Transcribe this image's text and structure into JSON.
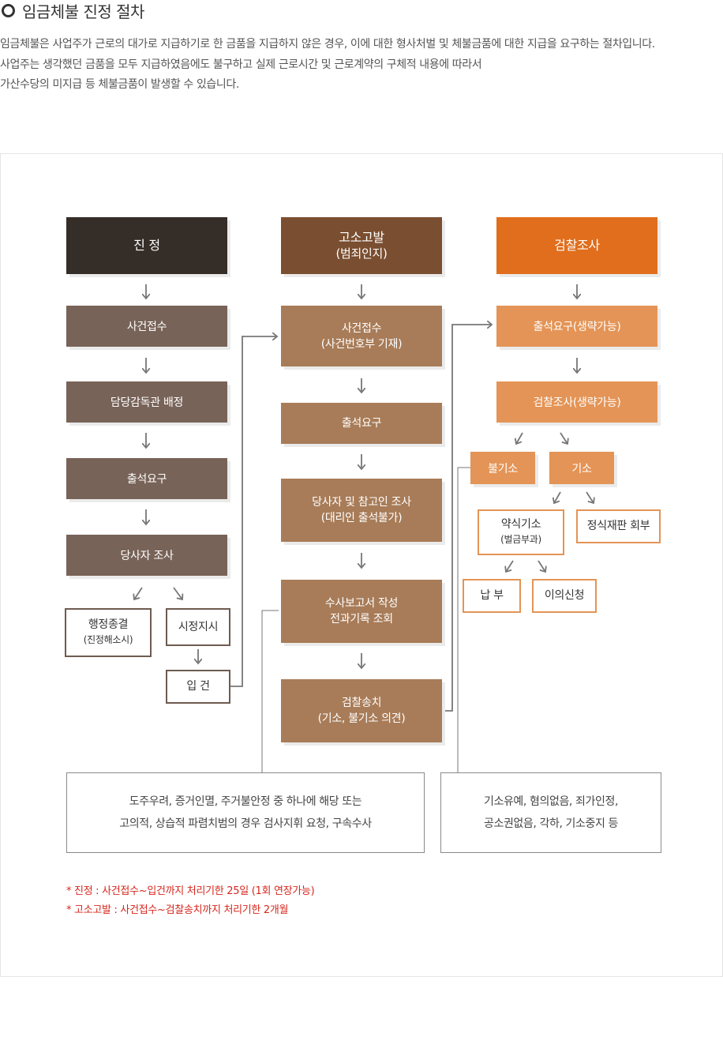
{
  "title": "임금체불 진정 절차",
  "intro": [
    "임금체불은 사업주가 근로의 대가로 지급하기로 한 금품을 지급하지 않은 경우, 이에 대한 형사처벌 및 체불금품에 대한 지급을 요구하는 절차입니다.",
    "사업주는 생각했던 금품을 모두 지급하였음에도 불구하고 실제 근로시간 및 근로계약의 구체적 내용에 따라서",
    "가산수당의 미지급 등 체불금품이 발생할 수 있습니다."
  ],
  "col1": {
    "header": "진 정",
    "steps": [
      "사건접수",
      "담당감독관 배정",
      "출석요구",
      "당사자 조사"
    ],
    "end_admin": "행정종결",
    "end_admin_sub": "(진정해소시)",
    "correction": "시정지시",
    "filing": "입 건"
  },
  "col2": {
    "header": "고소고발",
    "header_sub": "(범죄인지)",
    "step1": "사건접수",
    "step1_sub": "(사건번호부 기재)",
    "step2": "출석요구",
    "step3": "당사자 및 참고인 조사",
    "step3_sub": "(대리인 출석불가)",
    "step4": "수사보고서 작성",
    "step4_sub": "전과기록 조회",
    "step5": "검찰송치",
    "step5_sub": "(기소, 불기소 의견)"
  },
  "col3": {
    "header": "검찰조사",
    "step1": "출석요구(생략가능)",
    "step2": "검찰조사(생략가능)",
    "no_indict": "불기소",
    "indict": "기소",
    "summary": "약식기소",
    "summary_sub": "(벌금부과)",
    "formal": "정식재판 회부",
    "pay": "납 부",
    "objection": "이의신청"
  },
  "notes": {
    "left_line1": "도주우려, 증거인멸, 주거불안정 중 하나에 해당 또는",
    "left_line2": "고의적, 상습적 파렴치범의 경우 검사지휘 요청, 구속수사",
    "right_line1": "기소유예, 혐의없음, 죄가인정,",
    "right_line2": "공소권없음, 각하, 기소중지 등"
  },
  "footnotes": [
    "* 진정 : 사건접수~입건까지 처리기한 25일 (1회 연장가능)",
    "* 고소고발 : 사건접수~검찰송치까지 처리기한 2개월"
  ],
  "colors": {
    "col1_header": "#352d28",
    "col1_step": "#786358",
    "col2_header": "#7a4e30",
    "col2_step": "#a87c58",
    "col3_header": "#e06e1c",
    "col3_step": "#e49456",
    "footnote": "#d7261d"
  }
}
